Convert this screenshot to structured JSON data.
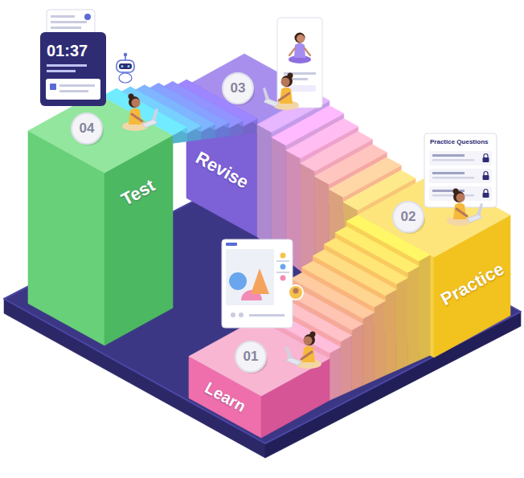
{
  "diagram": {
    "nodes": [
      {
        "text": [
          "01",
          "Learn"
        ]
      },
      {
        "text": [
          "02",
          "Practice"
        ]
      },
      {
        "text": [
          "03",
          "Revise"
        ]
      },
      {
        "text": [
          "04",
          "Test"
        ]
      }
    ],
    "labels": [
      "01:37",
      "Practice Questions"
    ]
  }
}
